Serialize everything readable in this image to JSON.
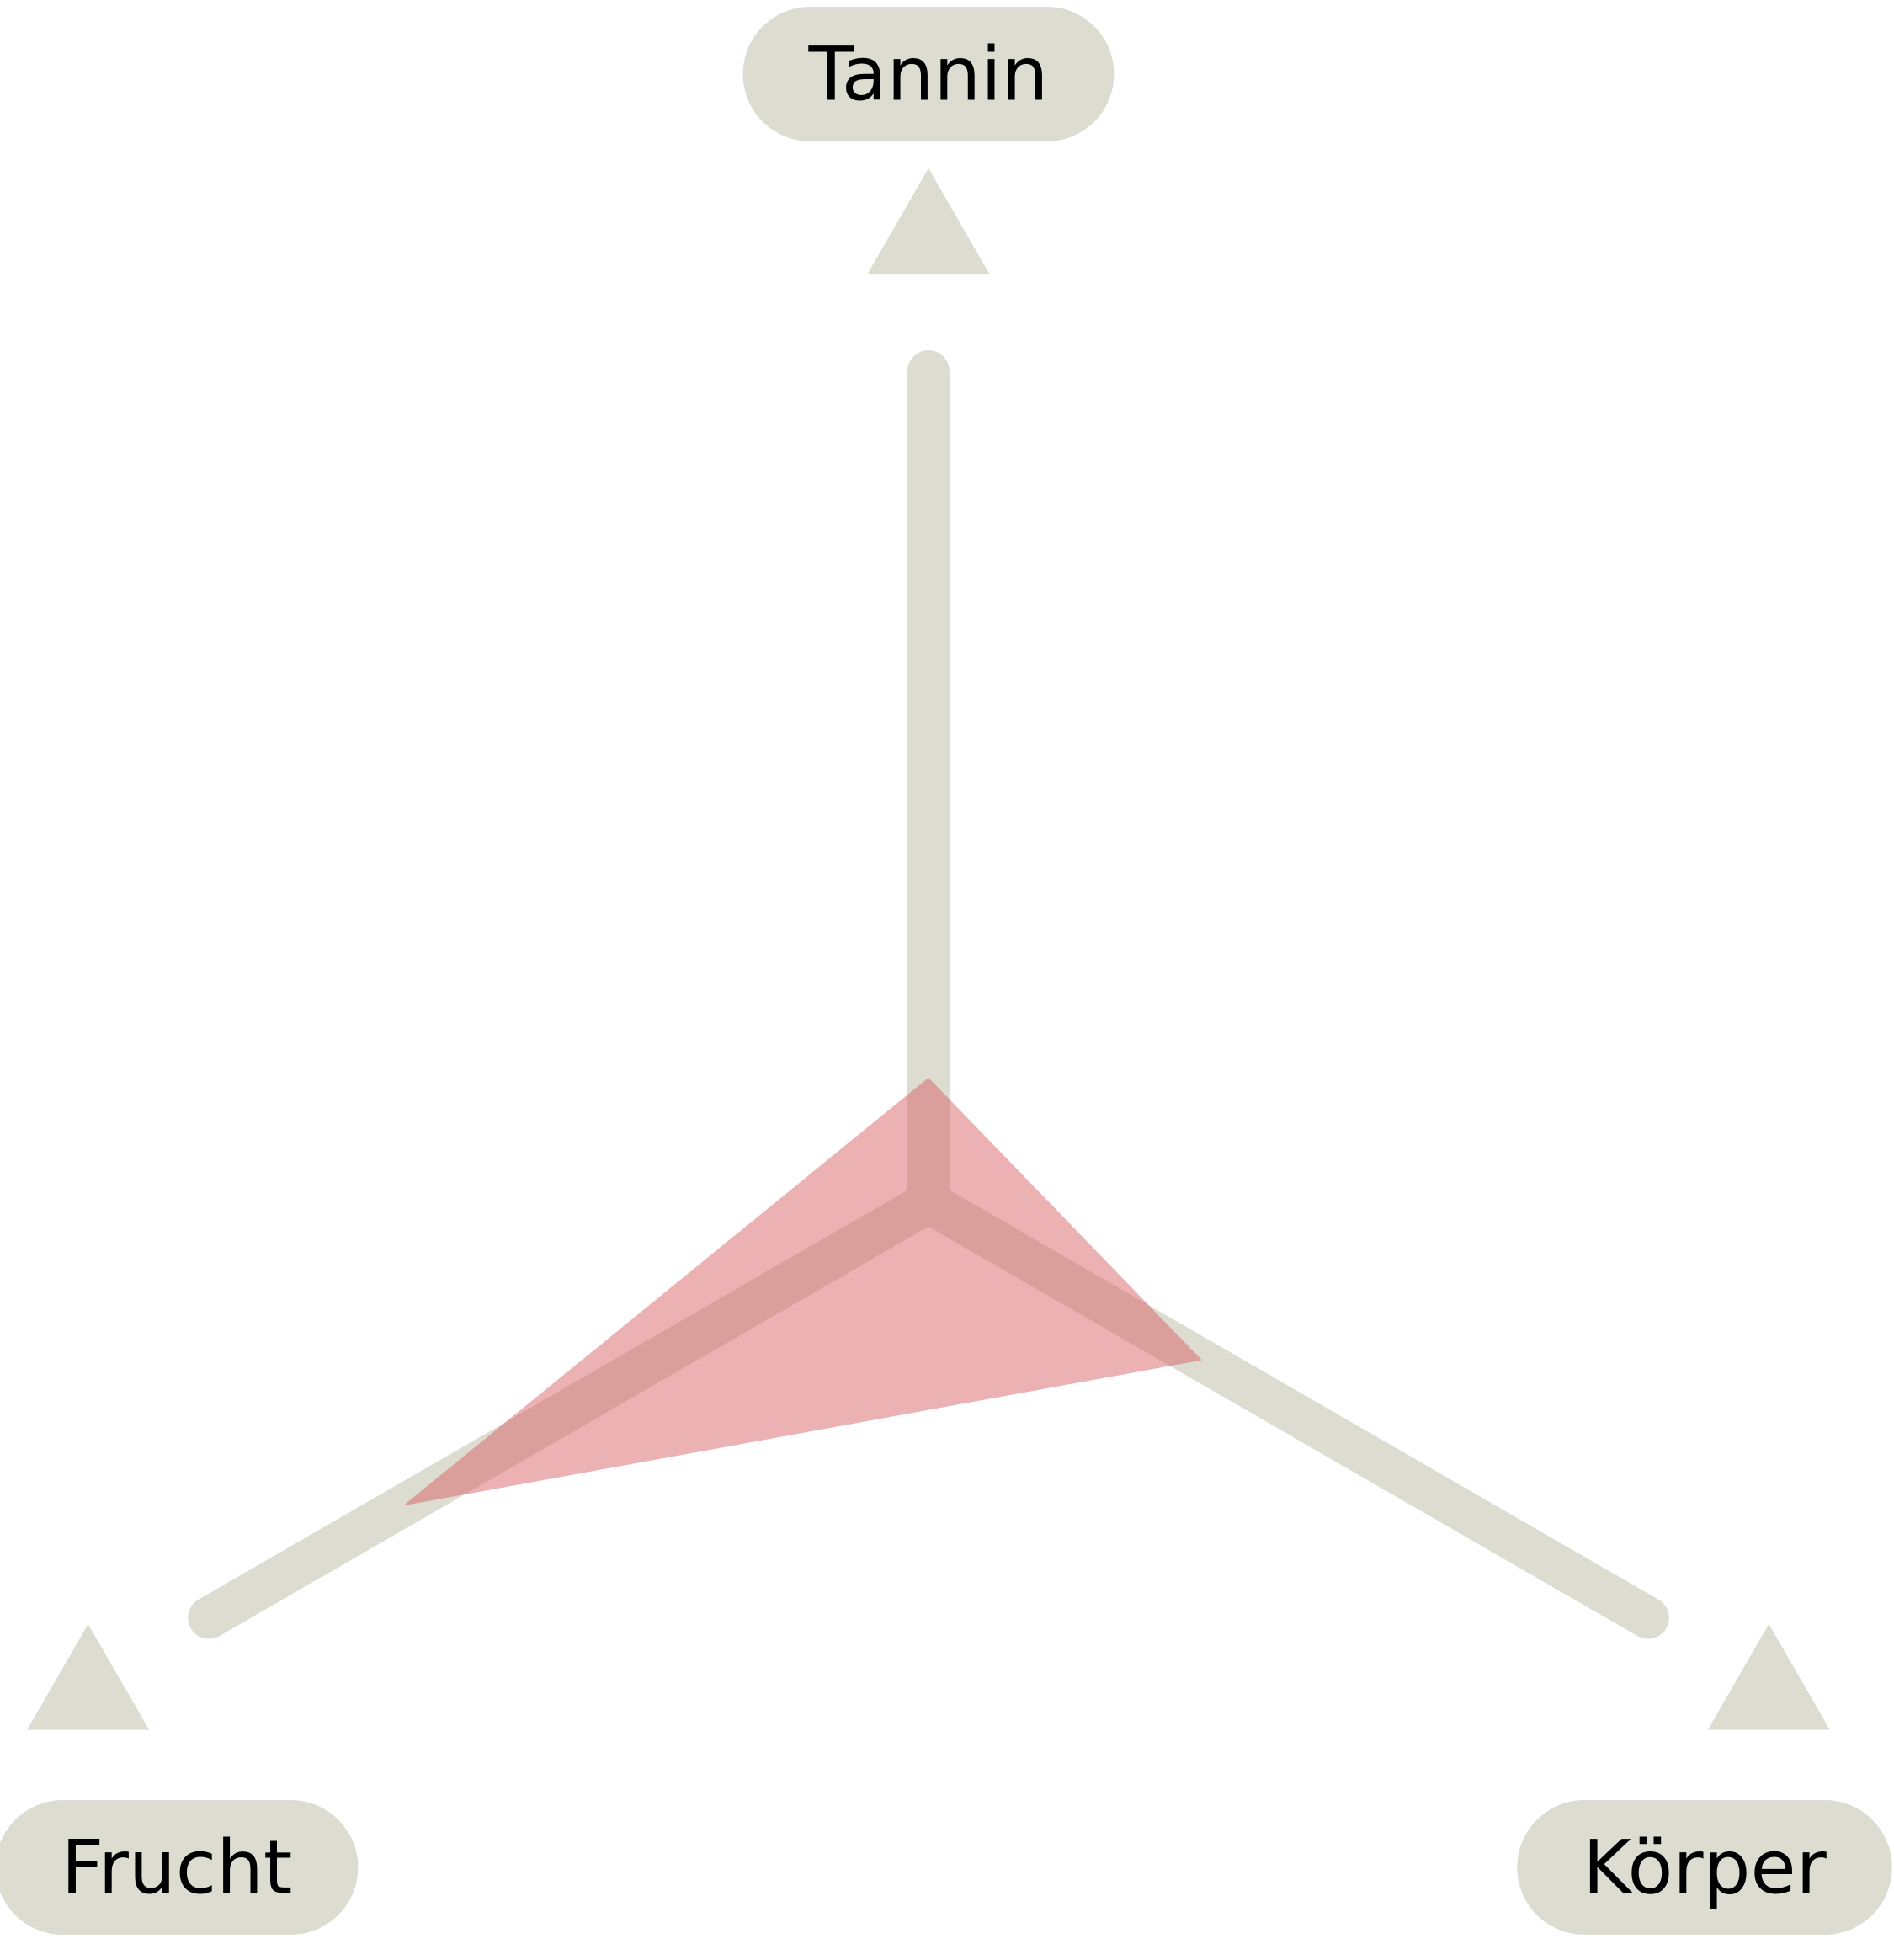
{
  "chart_data": {
    "type": "radar",
    "axes": [
      {
        "label": "Tannin",
        "value": 0.15,
        "direction": "up"
      },
      {
        "label": "Körper",
        "value": 0.38,
        "direction": "down-right"
      },
      {
        "label": "Frucht",
        "value": 0.73,
        "direction": "down-left"
      }
    ],
    "range": [
      0,
      1
    ],
    "grid": false,
    "legend": "none",
    "colors": {
      "axis": "#dcddd0",
      "label_bg": "#dcddd0",
      "label_text": "#000000",
      "polygon_fill": "#d85c60",
      "polygon_opacity": 0.48
    }
  }
}
